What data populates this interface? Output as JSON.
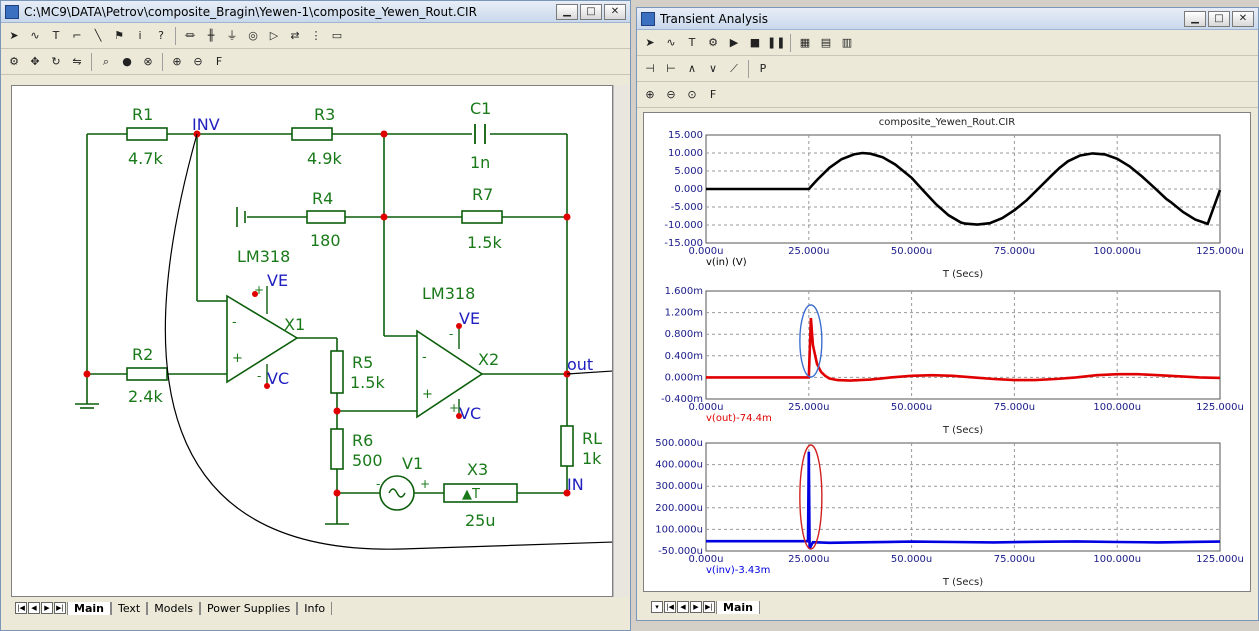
{
  "left_window": {
    "title": "C:\\MC9\\DATA\\Petrov\\composite_Bragin\\Yewen-1\\composite_Yewen_Rout.CIR",
    "tabs": [
      "Main",
      "Text",
      "Models",
      "Power Supplies",
      "Info"
    ],
    "active_tab": "Main"
  },
  "right_window": {
    "title": "Transient Analysis",
    "tabs": [
      "Main"
    ],
    "active_tab": "Main"
  },
  "window_buttons": {
    "minimize": "▁",
    "maximize": "□",
    "close": "✕"
  },
  "schematic": {
    "components": {
      "R1": {
        "name": "R1",
        "value": "4.7k"
      },
      "R2": {
        "name": "R2",
        "value": "2.4k"
      },
      "R3": {
        "name": "R3",
        "value": "4.9k"
      },
      "R4": {
        "name": "R4",
        "value": "180"
      },
      "R5": {
        "name": "R5",
        "value": "1.5k"
      },
      "R6": {
        "name": "R6",
        "value": "500"
      },
      "R7": {
        "name": "R7",
        "value": "1.5k"
      },
      "RL": {
        "name": "RL",
        "value": "1k"
      },
      "C1": {
        "name": "C1",
        "value": "1n"
      },
      "X1": {
        "name": "X1",
        "model": "LM318"
      },
      "X2": {
        "name": "X2",
        "model": "LM318"
      },
      "X3": {
        "name": "X3",
        "value": "25u"
      },
      "V1": {
        "name": "V1"
      }
    },
    "nodes": {
      "inv": "INV",
      "out": "out",
      "in": "IN",
      "ve": "VE",
      "vc": "VC"
    },
    "symbols": {
      "minus": "-",
      "plus": "+",
      "delay": "▲T"
    }
  },
  "plots": {
    "file_title": "composite_Yewen_Rout.CIR",
    "x_axis_label": "T (Secs)",
    "x_ticks": [
      "0.000u",
      "25.000u",
      "50.000u",
      "75.000u",
      "100.000u",
      "125.000u"
    ],
    "panels": [
      {
        "trace_label": "v(in) (V)",
        "y_ticks": [
          "15.000",
          "10.000",
          "5.000",
          "0.000",
          "-5.000",
          "-10.000",
          "-15.000"
        ],
        "color": "#000000"
      },
      {
        "trace_label": "v(out)-74.4m",
        "y_ticks": [
          "1.600m",
          "1.200m",
          "0.800m",
          "0.400m",
          "0.000m",
          "-0.400m"
        ],
        "color": "#e00000"
      },
      {
        "trace_label": "v(inv)-3.43m",
        "y_ticks": [
          "500.000u",
          "400.000u",
          "300.000u",
          "200.000u",
          "100.000u",
          "-50.000u"
        ],
        "color": "#0000e0"
      }
    ]
  },
  "chart_data": [
    {
      "type": "line",
      "title": "composite_Yewen_Rout.CIR",
      "xlabel": "T (Secs)",
      "ylabel": "",
      "xlim": [
        0,
        125
      ],
      "ylim": [
        -15,
        15
      ],
      "series": [
        {
          "name": "v(in) (V)",
          "x": [
            0,
            25,
            27,
            30,
            33,
            36,
            38,
            40,
            43,
            46,
            50,
            53,
            56,
            59,
            62,
            63,
            66,
            69,
            72,
            75,
            78,
            81,
            84,
            86,
            88,
            91,
            94,
            97,
            100,
            103,
            106,
            109,
            112,
            113,
            116,
            119,
            122,
            125
          ],
          "y": [
            0,
            0,
            2.5,
            5.9,
            8.3,
            9.6,
            10,
            9.8,
            8.8,
            6.8,
            3.1,
            -0.6,
            -4.3,
            -7.3,
            -9.3,
            -9.6,
            -9.9,
            -9.5,
            -8.1,
            -5.9,
            -3.1,
            0.3,
            3.7,
            5.9,
            7.7,
            9.3,
            9.9,
            9.6,
            8.4,
            6.3,
            3.5,
            0.4,
            -2.8,
            -3.6,
            -6.4,
            -8.5,
            -9.7,
            -0.3
          ]
        }
      ]
    },
    {
      "type": "line",
      "title": "",
      "xlabel": "T (Secs)",
      "ylabel": "",
      "xlim": [
        0,
        125
      ],
      "ylim": [
        -0.4,
        1.6
      ],
      "series": [
        {
          "name": "v(out)-74.4m",
          "x": [
            0,
            25,
            25.5,
            26,
            27,
            28,
            29,
            30,
            32,
            35,
            40,
            45,
            50,
            55,
            60,
            65,
            70,
            75,
            80,
            85,
            90,
            95,
            100,
            105,
            110,
            115,
            120,
            125
          ],
          "y": [
            0,
            0,
            1.1,
            0.6,
            0.25,
            0.1,
            0.03,
            -0.02,
            -0.05,
            -0.06,
            -0.04,
            0.0,
            0.03,
            0.04,
            0.03,
            0.0,
            -0.03,
            -0.05,
            -0.05,
            -0.03,
            0.0,
            0.04,
            0.06,
            0.06,
            0.04,
            0.02,
            0.0,
            -0.01
          ]
        }
      ]
    },
    {
      "type": "line",
      "title": "",
      "xlabel": "T (Secs)",
      "ylabel": "",
      "xlim": [
        0,
        125
      ],
      "ylim": [
        -50,
        500
      ],
      "series": [
        {
          "name": "v(inv)-3.43m",
          "x": [
            0,
            24.8,
            25,
            25.2,
            25.6,
            26,
            30,
            40,
            50,
            60,
            70,
            80,
            90,
            100,
            110,
            120,
            125
          ],
          "y": [
            0,
            0,
            455,
            -40,
            -20,
            -5,
            -8,
            -5,
            -2,
            -4,
            -6,
            -3,
            -1,
            -4,
            -6,
            -3,
            -2
          ]
        }
      ]
    }
  ]
}
